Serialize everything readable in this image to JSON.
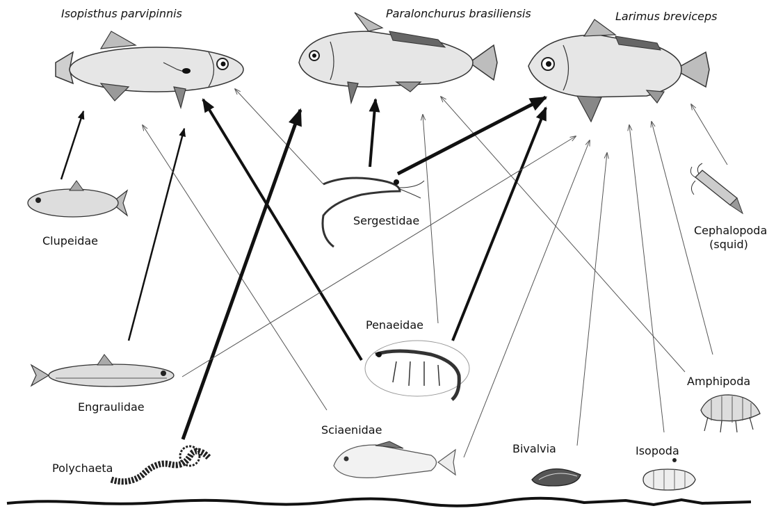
{
  "predators": [
    {
      "id": "isopisthus",
      "name": "Isopisthus parvipinnis"
    },
    {
      "id": "paralonchurus",
      "name": "Paralonchurus brasiliensis"
    },
    {
      "id": "larimus",
      "name": "Larimus breviceps"
    }
  ],
  "prey": [
    {
      "id": "clupeidae",
      "name": "Clupeidae"
    },
    {
      "id": "sergestidae",
      "name": "Sergestidae"
    },
    {
      "id": "cephalopoda",
      "name": "Cephalopoda",
      "subname": "(squid)"
    },
    {
      "id": "penaeidae",
      "name": "Penaeidae"
    },
    {
      "id": "engraulidae",
      "name": "Engraulidae"
    },
    {
      "id": "amphipoda",
      "name": "Amphipoda"
    },
    {
      "id": "sciaenidae",
      "name": "Sciaenidae"
    },
    {
      "id": "polychaeta",
      "name": "Polychaeta"
    },
    {
      "id": "bivalvia",
      "name": "Bivalvia"
    },
    {
      "id": "isopoda",
      "name": "Isopoda"
    }
  ],
  "links": [
    {
      "from": "clupeidae",
      "to": "isopisthus",
      "strength": "medium"
    },
    {
      "from": "engraulidae",
      "to": "isopisthus",
      "strength": "medium"
    },
    {
      "from": "penaeidae",
      "to": "isopisthus",
      "strength": "strong"
    },
    {
      "from": "sciaenidae",
      "to": "isopisthus",
      "strength": "weak"
    },
    {
      "from": "sergestidae",
      "to": "isopisthus",
      "strength": "weak"
    },
    {
      "from": "polychaeta",
      "to": "paralonchurus",
      "strength": "very-strong"
    },
    {
      "from": "sergestidae",
      "to": "paralonchurus",
      "strength": "strong"
    },
    {
      "from": "penaeidae",
      "to": "paralonchurus",
      "strength": "weak"
    },
    {
      "from": "amphipoda",
      "to": "paralonchurus",
      "strength": "weak"
    },
    {
      "from": "sergestidae",
      "to": "larimus",
      "strength": "very-strong"
    },
    {
      "from": "penaeidae",
      "to": "larimus",
      "strength": "strong"
    },
    {
      "from": "engraulidae",
      "to": "larimus",
      "strength": "weak"
    },
    {
      "from": "sciaenidae",
      "to": "larimus",
      "strength": "weak"
    },
    {
      "from": "bivalvia",
      "to": "larimus",
      "strength": "weak"
    },
    {
      "from": "isopoda",
      "to": "larimus",
      "strength": "weak"
    },
    {
      "from": "amphipoda",
      "to": "larimus",
      "strength": "weak"
    },
    {
      "from": "cephalopoda",
      "to": "larimus",
      "strength": "weak"
    }
  ]
}
